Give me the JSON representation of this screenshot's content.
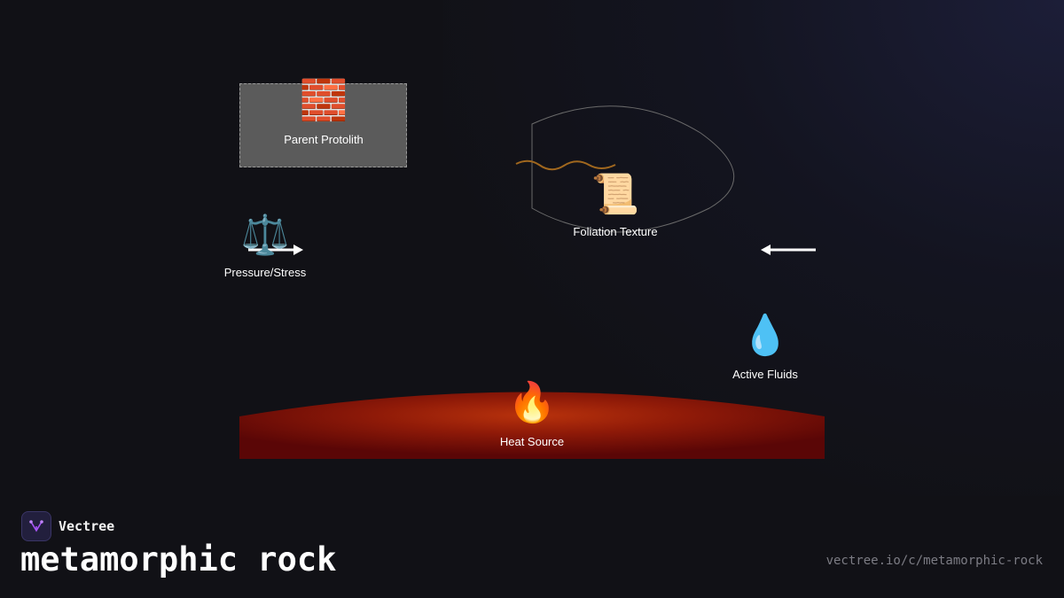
{
  "diagram": {
    "nodes": {
      "protolith": {
        "icon": "brick-icon",
        "glyph": "🧱",
        "label": "Parent Protolith"
      },
      "pressure": {
        "icon": "balance-scale-icon",
        "glyph": "⚖️",
        "label": "Pressure/Stress"
      },
      "foliation": {
        "icon": "scroll-icon",
        "glyph": "📜",
        "label": "Foliation Texture"
      },
      "fluids": {
        "icon": "droplet-icon",
        "glyph": "💧",
        "label": "Active Fluids"
      },
      "heat": {
        "icon": "fire-icon",
        "glyph": "🔥",
        "label": "Heat Source"
      }
    }
  },
  "brand": {
    "name": "Vectree",
    "logo_icon": "vectree-logo-icon"
  },
  "footer": {
    "title": "metamorphic rock",
    "url": "vectree.io/c/metamorphic-rock"
  },
  "colors": {
    "background": "#111116",
    "heat_red": "#7a0b05",
    "wave": "#a0671e",
    "accent": "#a855f7"
  }
}
